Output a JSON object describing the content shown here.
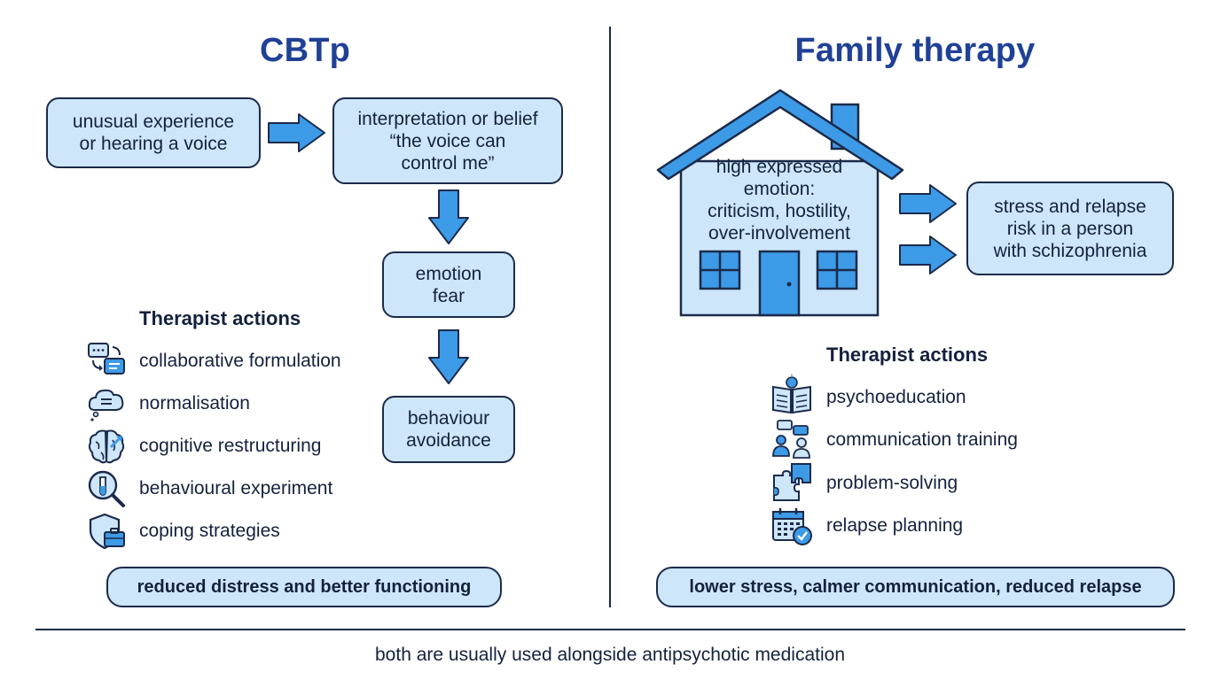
{
  "cbtp": {
    "title": "CBTp",
    "flow": {
      "experience": [
        "unusual experience",
        "or hearing a voice"
      ],
      "belief": [
        "interpretation or belief",
        "“the voice can",
        "control me”"
      ],
      "emotion": [
        "emotion",
        "fear"
      ],
      "behaviour": [
        "behaviour",
        "avoidance"
      ]
    },
    "actions_heading": "Therapist actions",
    "actions": [
      {
        "label": "collaborative formulation",
        "icon": "chat-bubbles-icon"
      },
      {
        "label": "normalisation",
        "icon": "thought-cloud-icon"
      },
      {
        "label": "cognitive restructuring",
        "icon": "brain-arrows-icon"
      },
      {
        "label": "behavioural experiment",
        "icon": "magnifier-flask-icon"
      },
      {
        "label": "coping strategies",
        "icon": "shield-toolkit-icon"
      }
    ],
    "outcome": "reduced distress and better functioning"
  },
  "family": {
    "title": "Family therapy",
    "house_text": [
      "high expressed",
      "emotion:",
      "criticism, hostility,",
      "over-involvement"
    ],
    "result": [
      "stress and relapse",
      "risk in a person",
      "with schizophrenia"
    ],
    "actions_heading": "Therapist actions",
    "actions": [
      {
        "label": "psychoeducation",
        "icon": "book-lightbulb-icon"
      },
      {
        "label": "communication training",
        "icon": "people-chat-icon"
      },
      {
        "label": "problem-solving",
        "icon": "puzzle-icon"
      },
      {
        "label": "relapse planning",
        "icon": "calendar-check-icon"
      }
    ],
    "outcome": "lower stress, calmer communication, reduced relapse"
  },
  "footer": "both are usually used alongside antipsychotic medication",
  "colors": {
    "title": "#1f4196",
    "box_fill": "#cde6f9",
    "outline": "#1b2a4a",
    "arrow": "#3d9ae6"
  }
}
